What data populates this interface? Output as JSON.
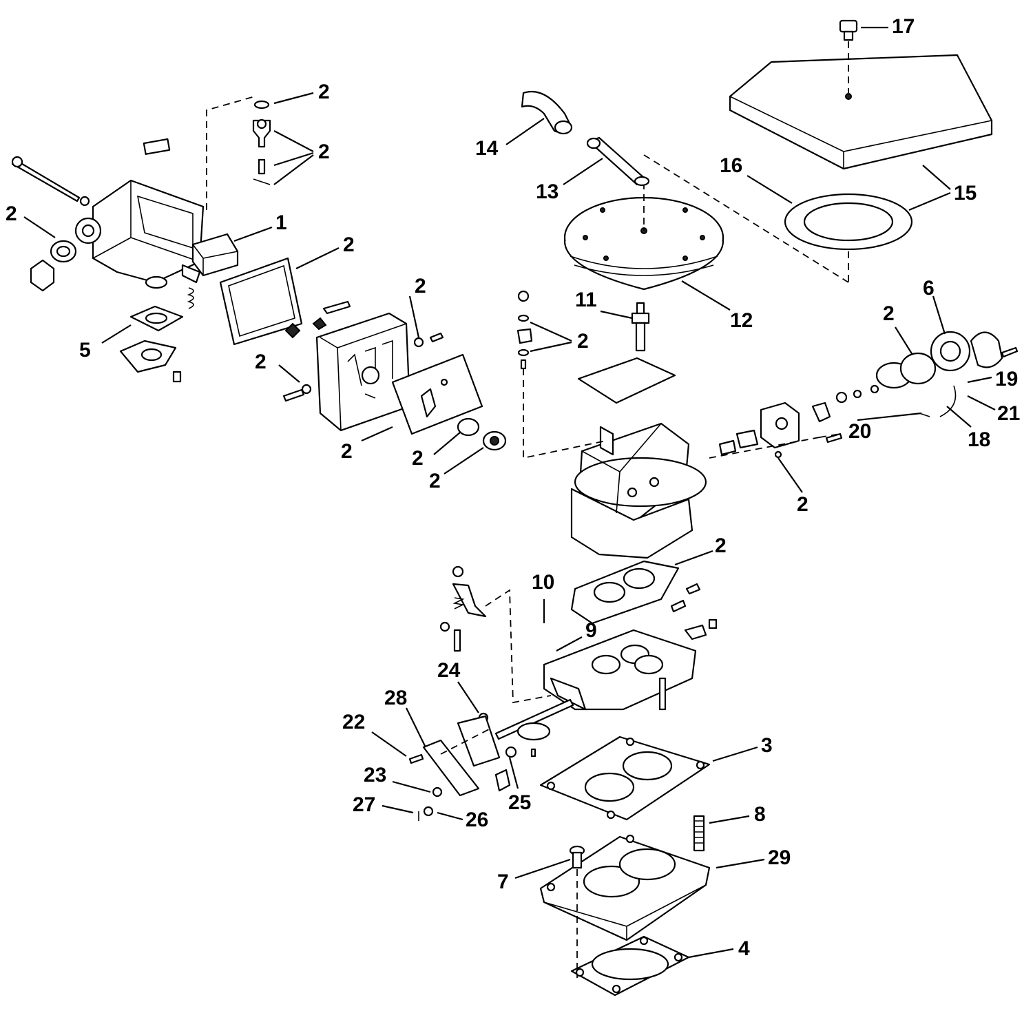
{
  "callouts": {
    "c17": "17",
    "c2_top": "2",
    "c2_needle": "2",
    "c14": "14",
    "c13": "13",
    "c16": "16",
    "c15": "15",
    "c2_left": "2",
    "c1": "1",
    "c2_bowlgasket": "2",
    "c2_screw": "2",
    "c11": "11",
    "c12": "12",
    "c2_mid": "2",
    "c6": "6",
    "c2_choke": "2",
    "c5": "5",
    "c2_metering": "2",
    "c19": "19",
    "c21": "21",
    "c20": "20",
    "c18": "18",
    "c2_plate": "2",
    "c2_valve_a": "2",
    "c2_valve_b": "2",
    "c2_body": "2",
    "c2_basegasket": "2",
    "c10": "10",
    "c9": "9",
    "c24": "24",
    "c28": "28",
    "c22": "22",
    "c3": "3",
    "c23": "23",
    "c25": "25",
    "c27": "27",
    "c26": "26",
    "c8": "8",
    "c29": "29",
    "c7": "7",
    "c4": "4"
  }
}
